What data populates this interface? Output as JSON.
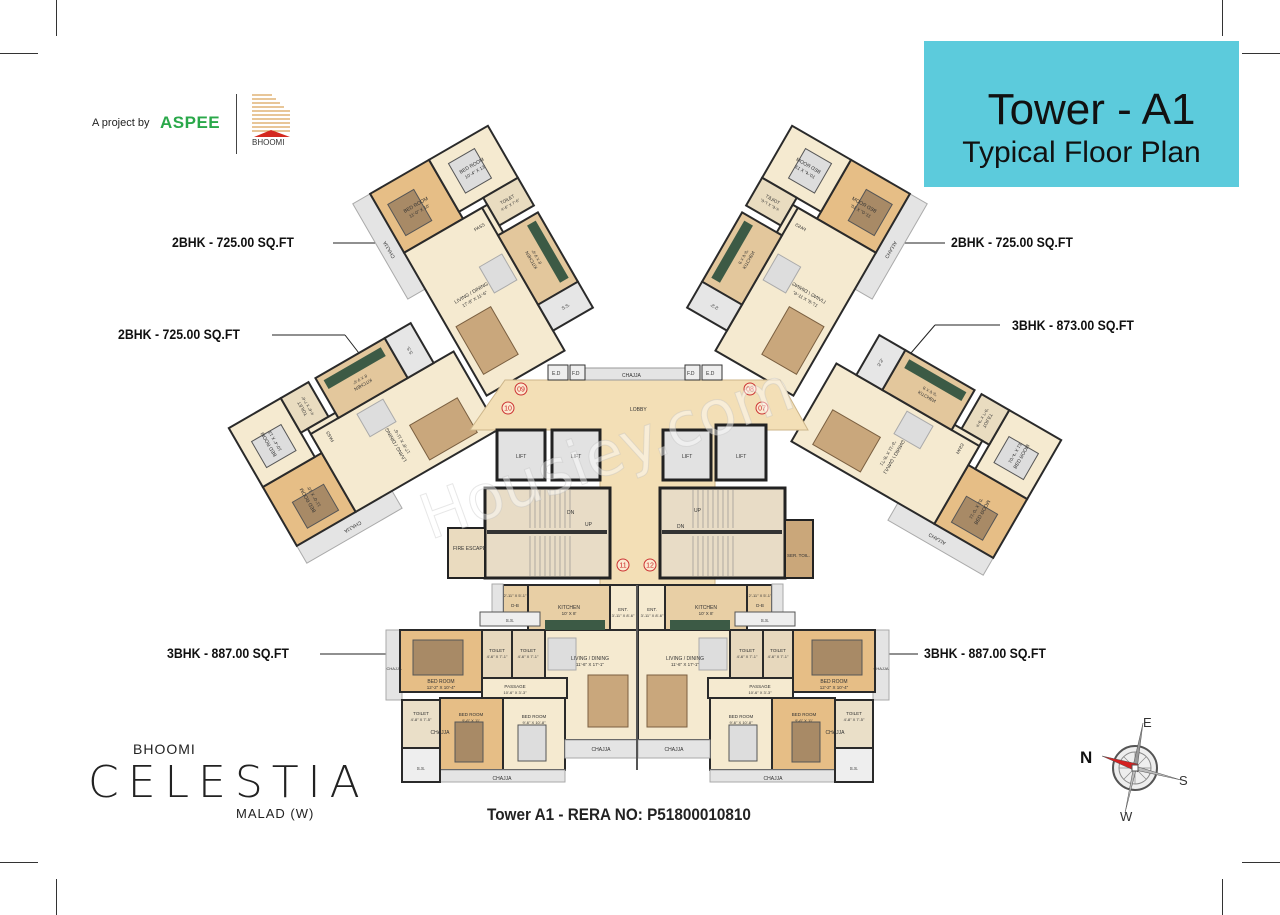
{
  "header": {
    "byline": "A project by",
    "developer": "ASPEE",
    "partner_logo_text": "BHOOMI",
    "title_line1": "Tower - A1",
    "title_line2": "Typical Floor Plan"
  },
  "callouts": {
    "left_upper": "2BHK - 725.00 SQ.FT",
    "left_lower": "2BHK - 725.00 SQ.FT",
    "right_upper": "2BHK - 725.00 SQ.FT",
    "right_lower": "3BHK - 873.00 SQ.FT",
    "bottom_left": "3BHK - 887.00 SQ.FT",
    "bottom_right": "3BHK - 887.00 SQ.FT"
  },
  "brand": {
    "top": "BHOOMI",
    "name": "CELESTIA",
    "location": "MALAD (W)"
  },
  "rera": "Tower A1 - RERA NO: P51800010810",
  "compass": {
    "n": "N",
    "e": "E",
    "s": "S",
    "w": "W",
    "needle_color": "#d42020"
  },
  "watermark": "Housiey.com",
  "core": {
    "lobby": "LOBBY",
    "lift": "LIFT",
    "fire_escape": "FIRE ESCAPE",
    "ser_toil": "SER. TOIL.",
    "up": "UP",
    "dn": "DN",
    "chajja": "CHAJJA",
    "fd": "F.D",
    "ed": "E.D",
    "ss": "S.S.",
    "flat_numbers": [
      "07",
      "08",
      "09",
      "10",
      "11",
      "12"
    ]
  },
  "bottom_unit": {
    "kitchen": "KITCHEN",
    "kitchen_dim": "10' X 8'",
    "db": "D-B",
    "db_dim": "2'-11\" X 5'-1\"",
    "ent": "ENT.",
    "ent_dim": "3'-11\" X 8'-6\"",
    "toilet": "TOILET",
    "toilet_dim": "4'-6\" X 7'-1\"",
    "living": "LIVING / DINING",
    "living_dim": "11'-6\" X 17'-1\"",
    "bed_master": "BED ROOM",
    "bed_master_dim": "12'-2\" X 10'-4\"",
    "passage": "PASSAGE",
    "passage_dim": "10'-6\" X 3'-3\"",
    "bed2": "BED ROOM",
    "bed2_dim": "9'-6\" X 11'",
    "bed3": "BED ROOM",
    "bed3_dim": "9'-6\" X 10'-8\"",
    "toilet2": "TOILET",
    "toilet2_dim": "4'-8\" X 7'-5\"",
    "chajja": "CHAJJA",
    "ss": "S.S."
  },
  "wing_unit": {
    "bed1": "BED ROOM",
    "bed1_dim": "11'-0\" X 10'",
    "bed2": "BED ROOM",
    "bed2_dim": "10'-4\" X 13'",
    "toilet": "TOILET",
    "toilet_dim": "4'-6\" X 7'-6\"",
    "pass": "PASS",
    "living": "LIVING / DINING",
    "living_dim": "17'-8\" X 11'-6\"",
    "kitchen": "KITCHEN",
    "kitchen_dim": "8' X 9'-6\"",
    "chajja": "CHAJJA",
    "ss": "S.S."
  },
  "colors": {
    "title_box": "#5ccbdc",
    "lobby": "#f3dfb6",
    "wall": "#2a2a2a",
    "wood_floor": "#e6be86",
    "tile_floor": "#f5ead0",
    "chajja": "#e4e4e4",
    "aspee_green": "#2aa84a"
  }
}
